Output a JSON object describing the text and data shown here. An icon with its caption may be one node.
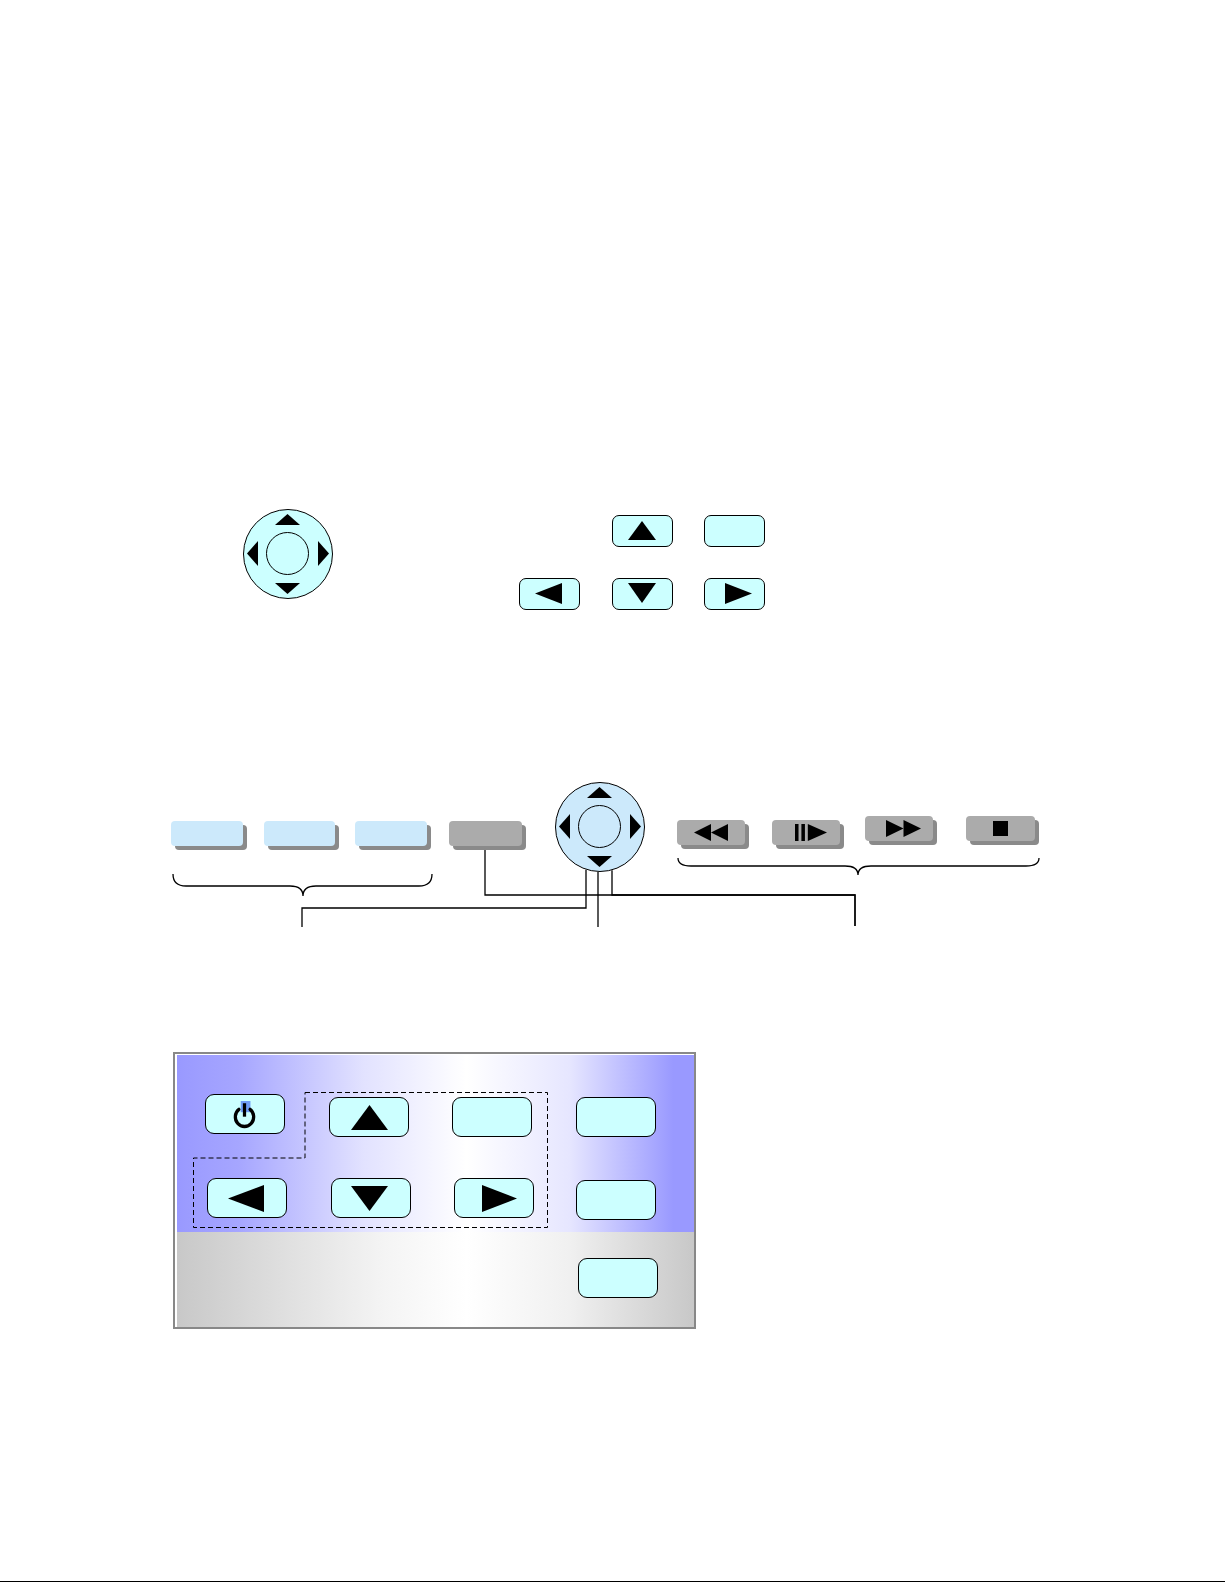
{
  "diagram": {
    "nodes": [
      {
        "text": [],
        "shape": "circle"
      },
      {
        "text": [],
        "shape": "box"
      },
      {
        "text": [],
        "shape": "box"
      },
      {
        "text": [],
        "shape": "box"
      },
      {
        "text": [],
        "shape": "box"
      },
      {
        "text": [],
        "shape": "box"
      },
      {
        "text": [],
        "shape": "box"
      },
      {
        "text": [],
        "shape": "box"
      },
      {
        "text": [],
        "shape": "box"
      },
      {
        "text": [],
        "shape": "box"
      },
      {
        "text": [],
        "shape": "circle"
      },
      {
        "text": [],
        "shape": "box"
      },
      {
        "text": [],
        "shape": "box"
      },
      {
        "text": [],
        "shape": "box"
      },
      {
        "text": [],
        "shape": "box"
      },
      {
        "text": [],
        "shape": "box"
      },
      {
        "text": [],
        "shape": "band",
        "in": 15
      },
      {
        "text": [],
        "shape": "box",
        "in": 16
      },
      {
        "text": [],
        "shape": "box",
        "in": 16
      },
      {
        "text": [],
        "shape": "box",
        "in": 18
      },
      {
        "text": [],
        "shape": "box",
        "in": 18
      },
      {
        "text": [],
        "shape": "box",
        "in": 16
      },
      {
        "text": [],
        "shape": "box",
        "in": 18
      },
      {
        "text": [],
        "shape": "box",
        "in": 18
      },
      {
        "text": [],
        "shape": "box",
        "in": 18
      },
      {
        "text": [],
        "shape": "box",
        "in": 16
      },
      {
        "text": [],
        "shape": "band",
        "in": 15
      },
      {
        "text": [],
        "shape": "box",
        "in": 26
      }
    ],
    "edges": [
      {
        "from": null,
        "to": 10,
        "arrow": "none"
      },
      {
        "from": null,
        "to": 10,
        "arrow": "none"
      },
      {
        "from": null,
        "to": 10,
        "arrow": "none"
      },
      {
        "from": null,
        "to": 9,
        "arrow": "none"
      }
    ]
  }
}
